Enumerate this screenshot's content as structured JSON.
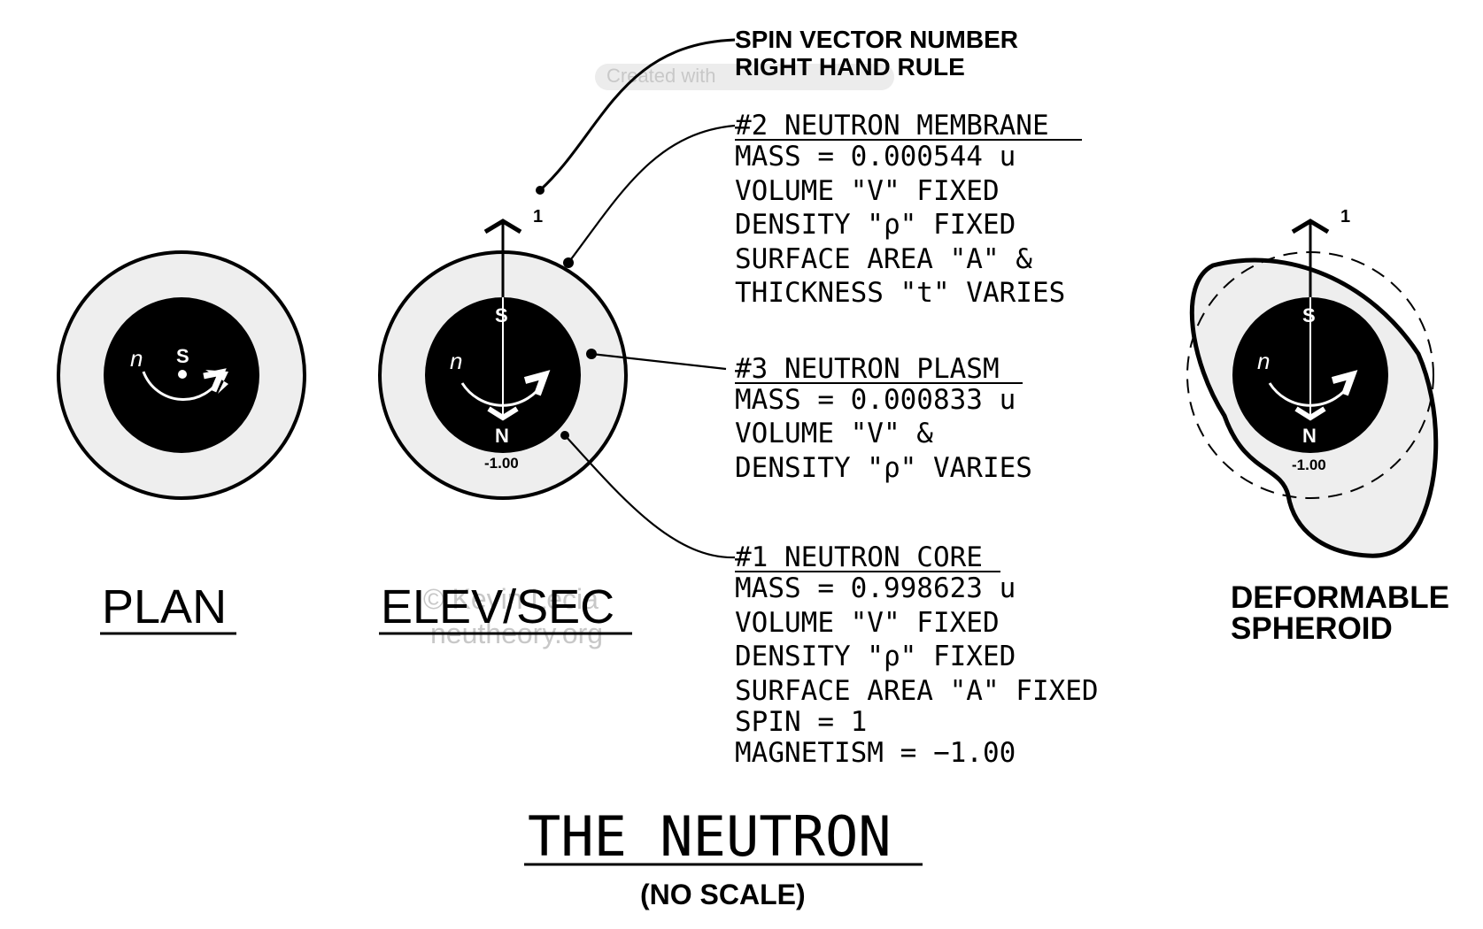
{
  "title": "THE NEUTRON",
  "subtitle": "(NO SCALE)",
  "views": {
    "plan": "PLAN",
    "elev": "ELEV/SEC",
    "deform_line1": "DEFORMABLE",
    "deform_line2": "SPHEROID"
  },
  "symbols": {
    "n": "n",
    "s": "S",
    "north": "N",
    "spin_number": "1",
    "magnetism": "-1.00"
  },
  "spin_note": {
    "line1": "SPIN VECTOR NUMBER",
    "line2": "RIGHT HAND RULE"
  },
  "membrane": {
    "heading": "#2 NEUTRON MEMBRANE",
    "lines": [
      "MASS = 0.000544 u",
      "VOLUME \"V\" FIXED",
      "DENSITY \"ρ\" FIXED",
      "SURFACE AREA \"A\" &",
      "THICKNESS \"t\" VARIES"
    ]
  },
  "plasm": {
    "heading": "#3 NEUTRON PLASM",
    "lines": [
      "MASS = 0.000833 u",
      "VOLUME \"V\" &",
      "DENSITY \"ρ\" VARIES"
    ]
  },
  "core": {
    "heading": "#1 NEUTRON CORE",
    "lines": [
      "MASS = 0.998623 u",
      "VOLUME \"V\" FIXED",
      "DENSITY \"ρ\" FIXED",
      "SURFACE AREA \"A\" FIXED",
      "SPIN = 1",
      "MAGNETISM = −1.00"
    ]
  },
  "watermark": {
    "copyright": "© Kevin Lecia",
    "site": "neutheory.org",
    "created": "Created with"
  },
  "colors": {
    "ink": "#000000",
    "plasm_fill": "#eeeeee",
    "watermark": "#c8c8c8",
    "watermark_bg": "#ececec"
  }
}
